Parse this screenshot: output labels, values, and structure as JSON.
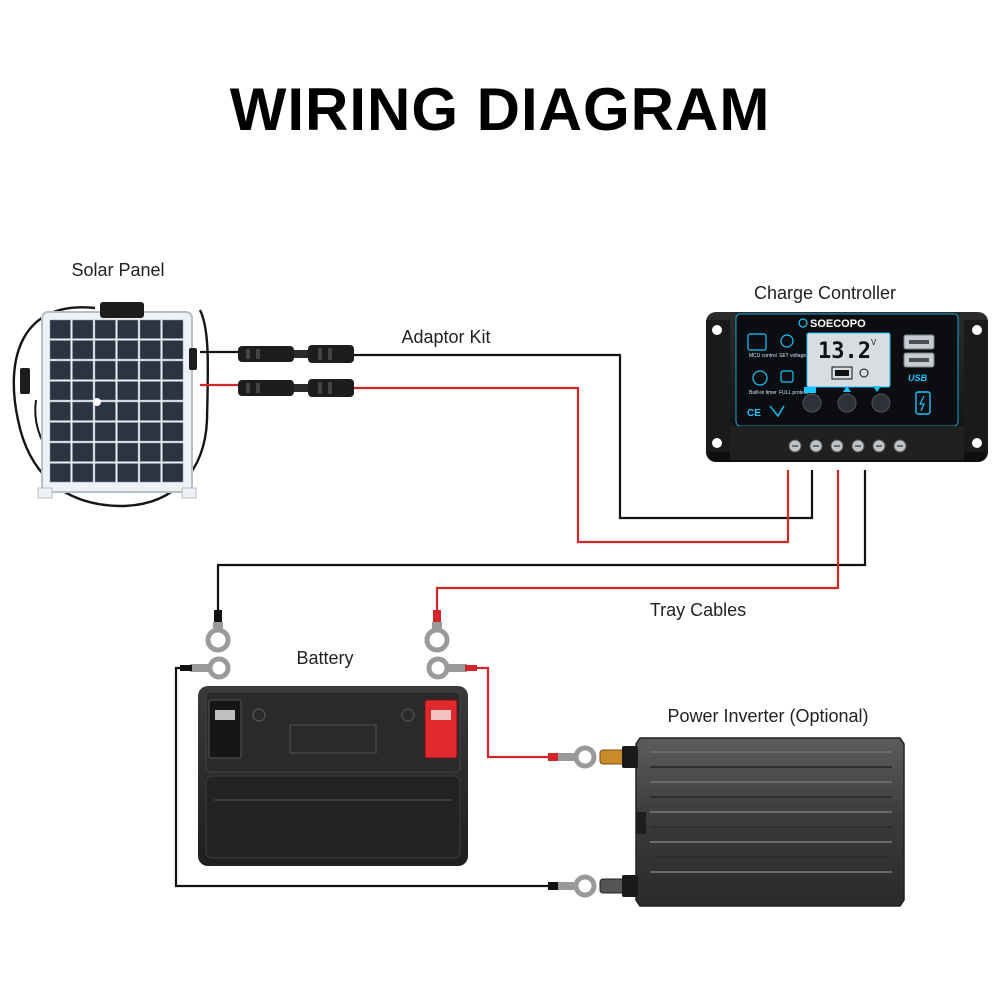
{
  "title": "WIRING DIAGRAM",
  "labels": {
    "solar_panel": "Solar Panel",
    "adaptor_kit": "Adaptor Kit",
    "charge_controller": "Charge Controller",
    "tray_cables": "Tray Cables",
    "battery": "Battery",
    "power_inverter": "Power Inverter (Optional)"
  },
  "controller": {
    "brand": "SOECOPO",
    "display_value": "13.2",
    "display_unit": "V",
    "usb_label": "USB",
    "cert_mark": "CE",
    "buttons": {
      "mcu": "MCU control",
      "set": "SET voltage",
      "timer": "Built-in timer",
      "protect": "FULL protect"
    }
  },
  "colors": {
    "positive_wire": "#d3262a",
    "negative_wire": "#111111",
    "controller_accent": "#19c6ff"
  }
}
